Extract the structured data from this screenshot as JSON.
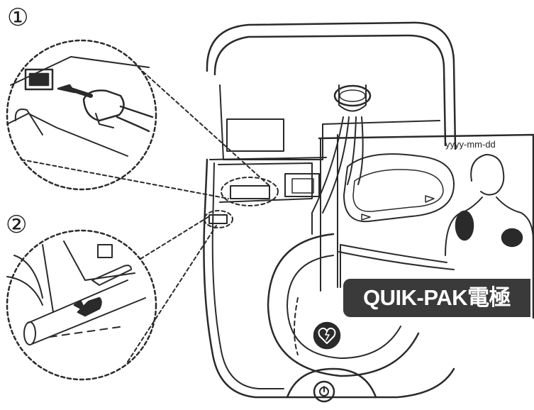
{
  "steps": {
    "step1_label": "①",
    "step2_label": "②"
  },
  "electrode_package": {
    "date_text": "yyyy-mm-dd",
    "product_label": "QUIK-PAK電極"
  },
  "colors": {
    "line": "#2a2a2a",
    "label_background": "#3a3a3a",
    "label_text": "#ffffff",
    "dashed": "#2a2a2a"
  },
  "icons": [
    "heart-shock-icon",
    "power-button-icon",
    "arrow-icon",
    "connector-plug-icon",
    "electrode-pad-icon"
  ]
}
